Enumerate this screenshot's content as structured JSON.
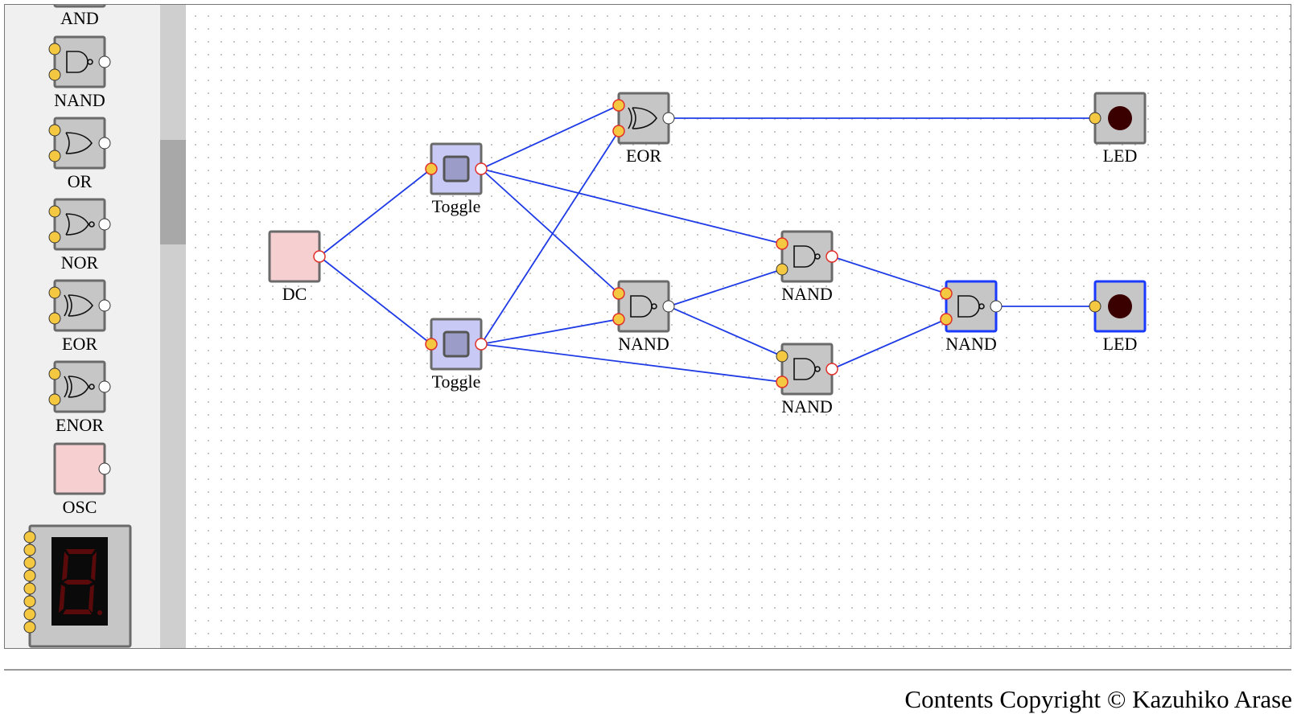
{
  "palette": {
    "items": [
      {
        "label": "AND",
        "icon": "and-gate-icon"
      },
      {
        "label": "NAND",
        "icon": "nand-gate-icon"
      },
      {
        "label": "OR",
        "icon": "or-gate-icon"
      },
      {
        "label": "NOR",
        "icon": "nor-gate-icon"
      },
      {
        "label": "EOR",
        "icon": "eor-gate-icon"
      },
      {
        "label": "ENOR",
        "icon": "enor-gate-icon"
      },
      {
        "label": "OSC",
        "icon": "oscillator-icon"
      },
      {
        "label": "",
        "icon": "seven-segment-display-icon"
      }
    ]
  },
  "circuit": {
    "dc": {
      "label": "DC"
    },
    "toggle_1": {
      "label": "Toggle"
    },
    "toggle_2": {
      "label": "Toggle"
    },
    "eor": {
      "label": "EOR"
    },
    "led_1": {
      "label": "LED",
      "state": "off"
    },
    "nand_1": {
      "label": "NAND"
    },
    "nand_2": {
      "label": "NAND"
    },
    "nand_3": {
      "label": "NAND"
    },
    "nand_4": {
      "label": "NAND",
      "selected": true
    },
    "led_2": {
      "label": "LED",
      "state": "off",
      "selected": true
    }
  },
  "colors": {
    "wire": "#1f3be6",
    "selection": "#1a3aff",
    "component_body": "#c6c6c6",
    "dc_body": "#f6cfd0",
    "toggle_body": "#c9c9f5",
    "toggle_knob": "#9c9cc8",
    "pin_input": "#f5c842",
    "led_off": "#3a0000"
  },
  "footer": {
    "copyright": "Contents Copyright © Kazuhiko Arase"
  }
}
